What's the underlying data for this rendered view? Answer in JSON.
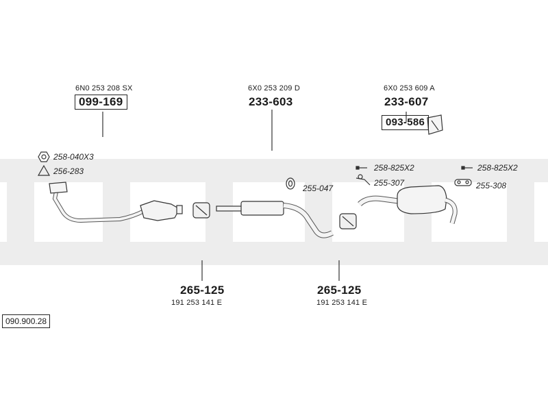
{
  "parts": {
    "front_pipe": {
      "oem": "6N0 253 208 SX",
      "number": "099-169"
    },
    "middle_silencer": {
      "oem": "6X0 253 209 D",
      "number": "233-603"
    },
    "rear_silencer": {
      "oem": "6X0 253 609 A",
      "number": "233-607"
    },
    "heat_shield": {
      "number": "093-586"
    },
    "clamp_left": {
      "number": "265-125",
      "oem": "191 253 141 E"
    },
    "clamp_right": {
      "number": "265-125",
      "oem": "191 253 141 E"
    }
  },
  "small_parts": {
    "nut": "258-040X3",
    "gasket": "256-283",
    "ring_middle": "255-047",
    "bolt_a": "258-825X2",
    "hanger_a": "255-307",
    "bolt_b": "258-825X2",
    "hanger_b": "255-308"
  },
  "diagram_number": "090.900.28",
  "colors": {
    "watermark": "#eeeeee",
    "line": "#333333"
  }
}
